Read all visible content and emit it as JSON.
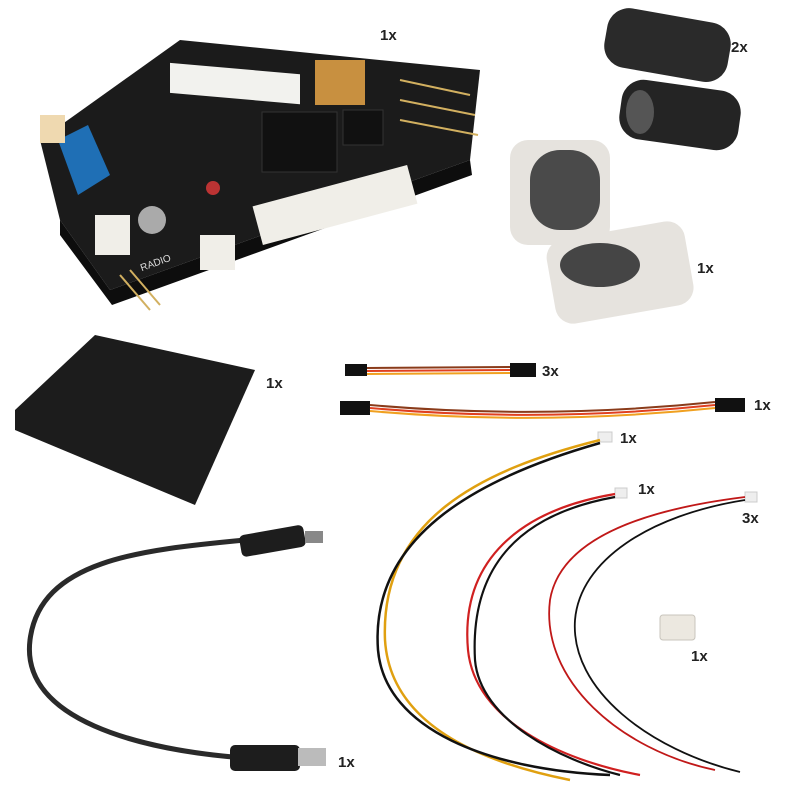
{
  "items": [
    {
      "name": "controller-board",
      "qty": "1x"
    },
    {
      "name": "black-ferrite-core",
      "qty": "2x"
    },
    {
      "name": "white-ferrite-core",
      "qty": "1x"
    },
    {
      "name": "heat-shrink-sleeve",
      "qty": "1x"
    },
    {
      "name": "short-servo-cable",
      "qty": "3x"
    },
    {
      "name": "long-servo-cable",
      "qty": "1x"
    },
    {
      "name": "yellow-black-cable",
      "qty": "1x"
    },
    {
      "name": "red-black-cable",
      "qty": "1x"
    },
    {
      "name": "thin-red-black-cable",
      "qty": "3x"
    },
    {
      "name": "jst-connector",
      "qty": "1x"
    },
    {
      "name": "usb-cable",
      "qty": "1x"
    }
  ],
  "board_silkscreen": "RADIO"
}
